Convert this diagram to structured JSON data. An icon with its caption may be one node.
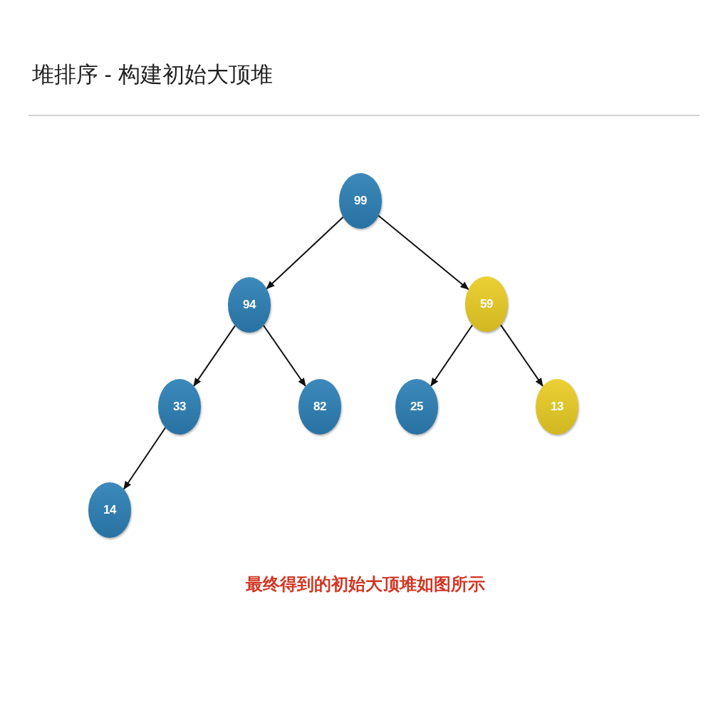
{
  "diagram": {
    "title": "堆排序 - 构建初始大顶堆",
    "caption": "最终得到的初始大顶堆如图所示",
    "nodes": [
      {
        "text": [
          "99"
        ]
      },
      {
        "text": [
          "94"
        ]
      },
      {
        "text": [
          "59"
        ]
      },
      {
        "text": [
          "33"
        ]
      },
      {
        "text": [
          "82"
        ]
      },
      {
        "text": [
          "25"
        ]
      },
      {
        "text": [
          "13"
        ]
      },
      {
        "text": [
          "14"
        ]
      }
    ],
    "edges": [
      {
        "from": 0,
        "to": 1,
        "arrow": "to"
      },
      {
        "from": 0,
        "to": 2,
        "arrow": "to"
      },
      {
        "from": 1,
        "to": 3,
        "arrow": "to"
      },
      {
        "from": 1,
        "to": 4,
        "arrow": "to"
      },
      {
        "from": 2,
        "to": 5,
        "arrow": "to"
      },
      {
        "from": 2,
        "to": 6,
        "arrow": "to"
      },
      {
        "from": 3,
        "to": 7,
        "arrow": "to"
      }
    ]
  }
}
